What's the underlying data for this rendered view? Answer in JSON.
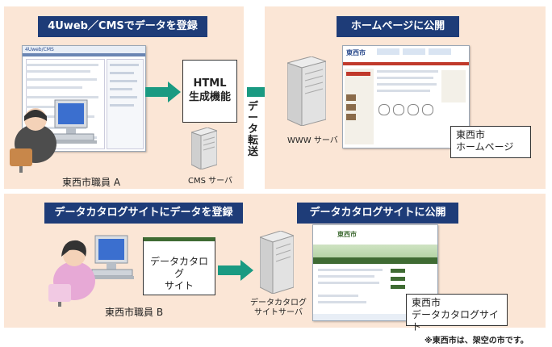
{
  "top_left": {
    "title": "4Uweb／CMSでデータを登録",
    "cms_screen_header": "4Uweb/CMS",
    "html_box_line1": "HTML",
    "html_box_line2": "生成機能",
    "staff_label": "東西市職員 A",
    "cms_server_label": "CMS サーバ"
  },
  "transfer_label": "データ転送",
  "top_right": {
    "title": "ホームページに公開",
    "www_label": "WWW サーバ",
    "site_logo": "東西市",
    "callout_line1": "東西市",
    "callout_line2": "ホームページ"
  },
  "bottom_left": {
    "title": "データカタログサイトにデータを登録",
    "catalog_box_line1": "データカタログ",
    "catalog_box_line2": "サイト",
    "staff_label": "東西市職員 B",
    "server_label_line1": "データカタログ",
    "server_label_line2": "サイトサーバ"
  },
  "bottom_right": {
    "title": "データカタログサイトに公開",
    "site_logo": "東西市",
    "callout_line1": "東西市",
    "callout_line2": "データカタログサイト"
  },
  "footnote": "※東西市は、架空の市です。",
  "colors": {
    "panel_bg": "#fbe6d6",
    "title_bg": "#1e3c78",
    "arrow": "#1a9a82",
    "catalog_green": "#3f6b33"
  }
}
